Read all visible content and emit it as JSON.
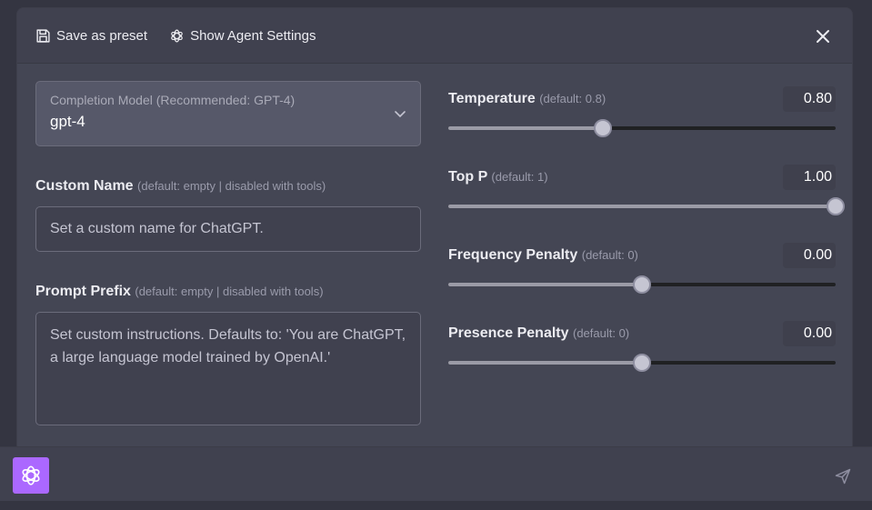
{
  "header": {
    "save_preset_label": "Save as preset",
    "agent_settings_label": "Show Agent Settings"
  },
  "model": {
    "label": "Completion Model (Recommended: GPT-4)",
    "value": "gpt-4"
  },
  "custom_name": {
    "label": "Custom Name",
    "hint": "(default: empty | disabled with tools)",
    "placeholder": "Set a custom name for ChatGPT."
  },
  "prompt_prefix": {
    "label": "Prompt Prefix",
    "hint": "(default: empty | disabled with tools)",
    "placeholder": "Set custom instructions. Defaults to: 'You are ChatGPT, a large language model trained by OpenAI.'"
  },
  "sliders": [
    {
      "label": "Temperature",
      "hint": "(default: 0.8)",
      "value": "0.80",
      "fraction": 0.4
    },
    {
      "label": "Top P",
      "hint": "(default: 1)",
      "value": "1.00",
      "fraction": 1.0
    },
    {
      "label": "Frequency Penalty",
      "hint": "(default: 0)",
      "value": "0.00",
      "fraction": 0.5
    },
    {
      "label": "Presence Penalty",
      "hint": "(default: 0)",
      "value": "0.00",
      "fraction": 0.5
    }
  ],
  "icons": {
    "save": "floppy-disk-icon",
    "agent": "openai-logo-icon",
    "close": "close-icon",
    "chevron": "chevron-down-icon",
    "send": "send-icon"
  },
  "colors": {
    "accent": "#ab68ff",
    "panel": "#444654",
    "background": "#343541"
  }
}
